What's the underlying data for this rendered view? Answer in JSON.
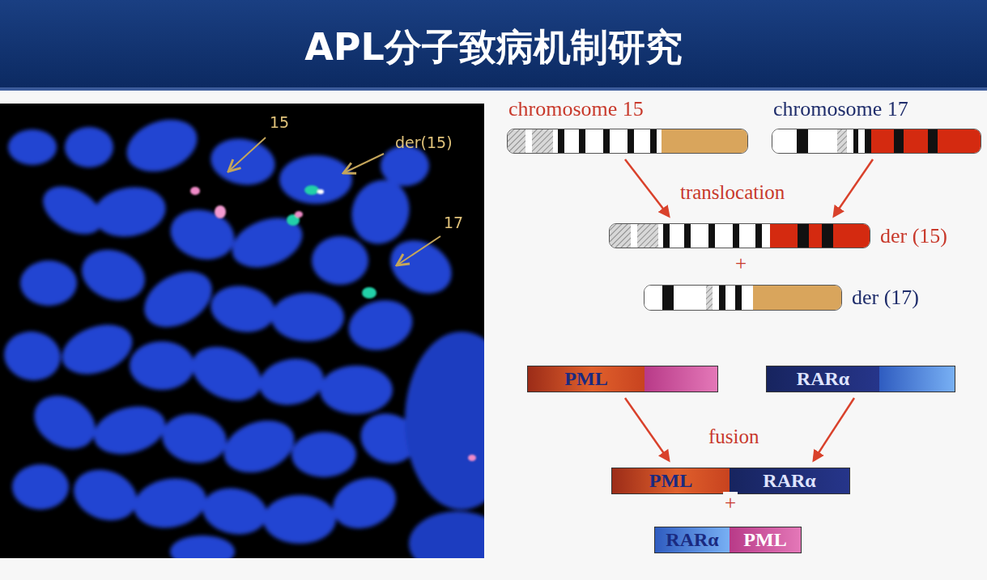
{
  "diagram": {
    "title": "APL分子致病机制研究",
    "nodes": [
      {
        "text": [
          "chromosome 15"
        ]
      },
      {
        "text": [
          "chromosome 17"
        ]
      },
      {
        "text": [
          "der (15)"
        ]
      },
      {
        "text": [
          "der (17)"
        ]
      },
      {
        "text": [
          "PML"
        ]
      },
      {
        "text": [
          "RARα"
        ]
      },
      {
        "text": [
          "PML",
          "RARα"
        ]
      },
      {
        "text": [
          "RARα",
          "PML"
        ]
      }
    ],
    "edges": [
      {
        "from": 0,
        "to": 2,
        "arrow": "to"
      },
      {
        "from": 1,
        "to": 2,
        "arrow": "to"
      },
      {
        "from": 4,
        "to": 6,
        "arrow": "to"
      },
      {
        "from": 5,
        "to": 6,
        "arrow": "to"
      }
    ],
    "labels": [
      "15",
      "der(15)",
      "17",
      "translocation",
      "+",
      "fusion",
      "+"
    ]
  }
}
